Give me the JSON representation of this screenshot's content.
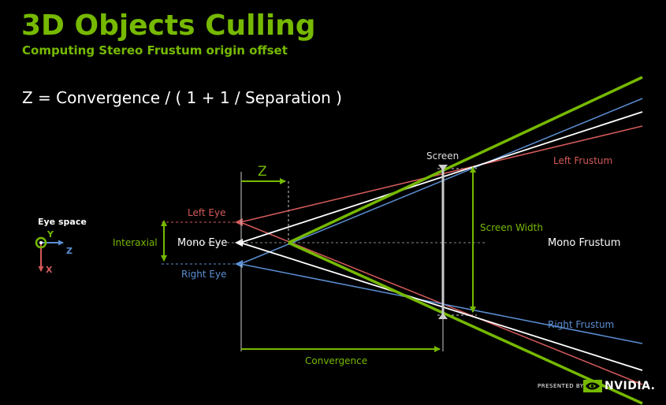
{
  "slide": {
    "title": "3D Objects Culling",
    "subtitle": "Computing Stereo Frustum origin offset",
    "formula": "Z = Convergence / ( 1 + 1 / Separation )"
  },
  "axes": {
    "label": "Eye space",
    "y": "Y",
    "z": "Z",
    "x": "X"
  },
  "labels": {
    "left_eye": "Left Eye",
    "mono_eye": "Mono Eye",
    "right_eye": "Right Eye",
    "interaxial": "Interaxial",
    "z_offset": "Z",
    "screen": "Screen",
    "screen_width": "Screen Width",
    "convergence": "Convergence",
    "left_frustum": "Left Frustum",
    "mono_frustum": "Mono Frustum",
    "right_frustum": "Right Frustum"
  },
  "footer": {
    "presented_by": "PRESENTED BY",
    "brand": "NVIDIA."
  },
  "colors": {
    "accent_green": "#76b900",
    "left_red": "#d45a5a",
    "right_blue": "#5b8fd3",
    "mono_white": "#ffffff",
    "background": "#000000"
  },
  "icons": {
    "eye": "eye-icon",
    "brand": "nvidia-eye-logo"
  }
}
